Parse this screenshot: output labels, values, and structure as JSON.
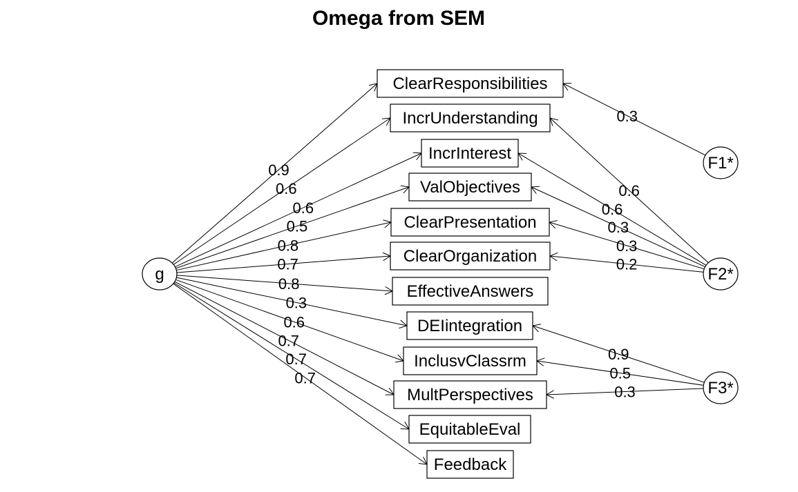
{
  "title": "Omega from SEM",
  "latents": [
    {
      "id": "g",
      "label": "g"
    },
    {
      "id": "F1",
      "label": "F1*"
    },
    {
      "id": "F2",
      "label": "F2*"
    },
    {
      "id": "F3",
      "label": "F3*"
    }
  ],
  "indicators": [
    {
      "id": "ClearResponsibilities",
      "label": "ClearResponsibilities"
    },
    {
      "id": "IncrUnderstanding",
      "label": "IncrUnderstanding"
    },
    {
      "id": "IncrInterest",
      "label": "IncrInterest"
    },
    {
      "id": "ValObjectives",
      "label": "ValObjectives"
    },
    {
      "id": "ClearPresentation",
      "label": "ClearPresentation"
    },
    {
      "id": "ClearOrganization",
      "label": "ClearOrganization"
    },
    {
      "id": "EffectiveAnswers",
      "label": "EffectiveAnswers"
    },
    {
      "id": "DEIintegration",
      "label": "DEIintegration"
    },
    {
      "id": "InclusvClassrm",
      "label": "InclusvClassrm"
    },
    {
      "id": "MultPerspectives",
      "label": "MultPerspectives"
    },
    {
      "id": "EquitableEval",
      "label": "EquitableEval"
    },
    {
      "id": "Feedback",
      "label": "Feedback"
    }
  ],
  "loadings": [
    {
      "from": "g",
      "to": "ClearResponsibilities",
      "label": "0.9"
    },
    {
      "from": "g",
      "to": "IncrUnderstanding",
      "label": "0.6"
    },
    {
      "from": "g",
      "to": "IncrInterest",
      "label": "0.6"
    },
    {
      "from": "g",
      "to": "ValObjectives",
      "label": "0.5"
    },
    {
      "from": "g",
      "to": "ClearPresentation",
      "label": "0.8"
    },
    {
      "from": "g",
      "to": "ClearOrganization",
      "label": "0.7"
    },
    {
      "from": "g",
      "to": "EffectiveAnswers",
      "label": "0.8"
    },
    {
      "from": "g",
      "to": "DEIintegration",
      "label": "0.3"
    },
    {
      "from": "g",
      "to": "InclusvClassrm",
      "label": "0.6"
    },
    {
      "from": "g",
      "to": "MultPerspectives",
      "label": "0.7"
    },
    {
      "from": "g",
      "to": "EquitableEval",
      "label": "0.7"
    },
    {
      "from": "g",
      "to": "Feedback",
      "label": "0.7"
    },
    {
      "from": "F1",
      "to": "ClearResponsibilities",
      "label": "0.3"
    },
    {
      "from": "F2",
      "to": "IncrUnderstanding",
      "label": "0.6"
    },
    {
      "from": "F2",
      "to": "IncrInterest",
      "label": "0.6"
    },
    {
      "from": "F2",
      "to": "ValObjectives",
      "label": "0.3"
    },
    {
      "from": "F2",
      "to": "ClearPresentation",
      "label": "0.3"
    },
    {
      "from": "F2",
      "to": "ClearOrganization",
      "label": "0.2"
    },
    {
      "from": "F3",
      "to": "DEIintegration",
      "label": "0.9"
    },
    {
      "from": "F3",
      "to": "InclusvClassrm",
      "label": "0.5"
    },
    {
      "from": "F3",
      "to": "MultPerspectives",
      "label": "0.3"
    }
  ]
}
